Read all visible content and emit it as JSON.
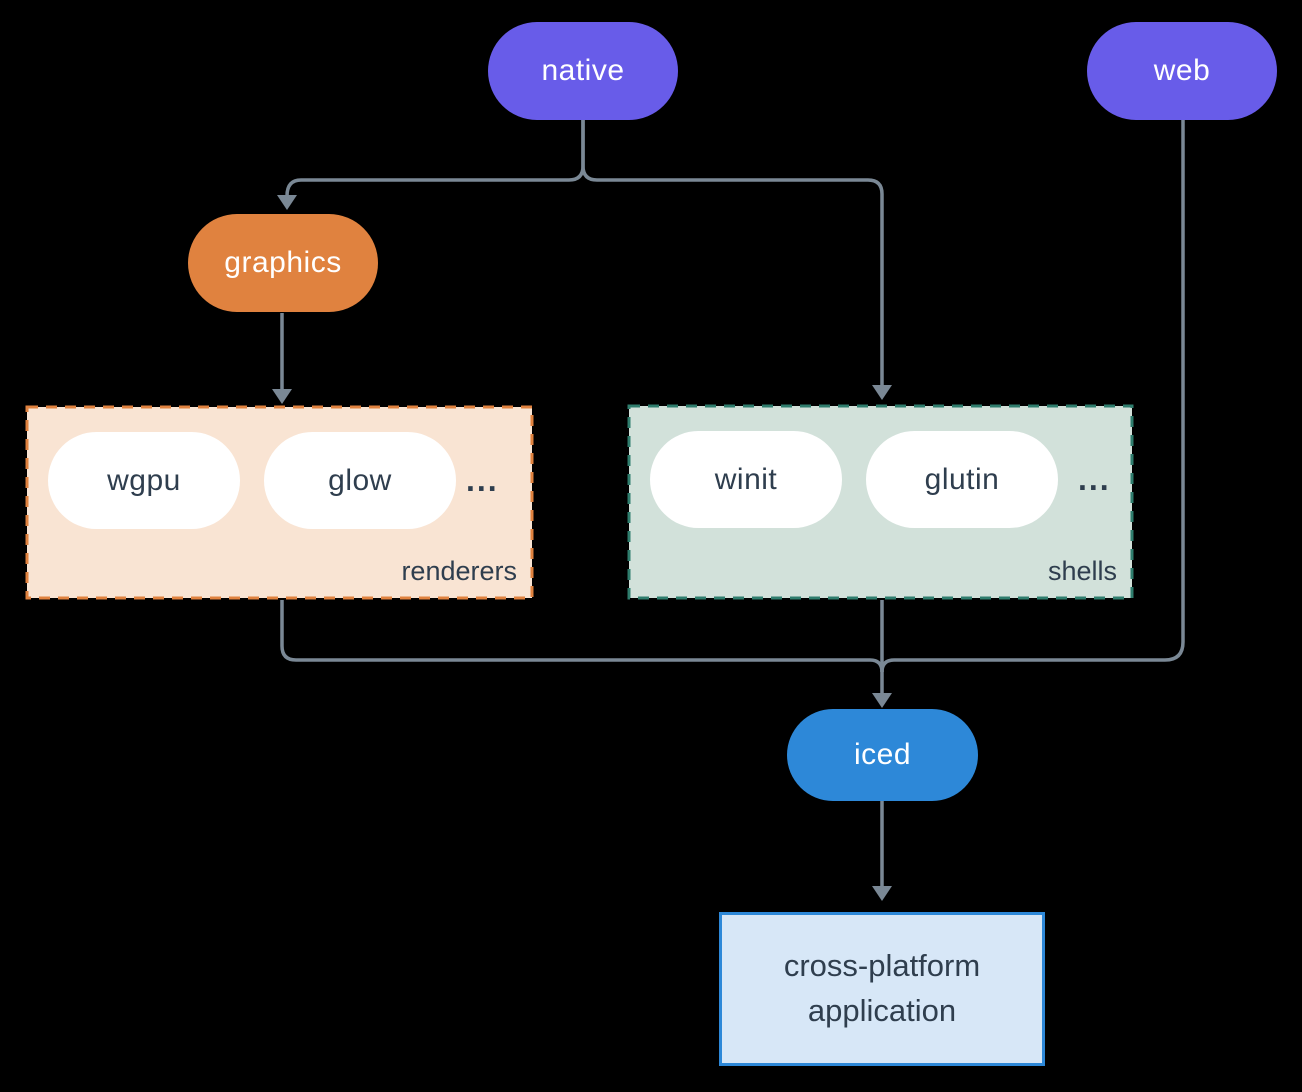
{
  "diagram": {
    "nodes": {
      "native": {
        "label": "native",
        "color": "#685ce9"
      },
      "web": {
        "label": "web",
        "color": "#685ce9"
      },
      "graphics": {
        "label": "graphics",
        "color": "#e0823f"
      },
      "iced": {
        "label": "iced",
        "color": "#2d88d8"
      },
      "application": {
        "label": "cross-platform application",
        "fill": "#d7e7f7",
        "border": "#2d88d8"
      }
    },
    "groups": {
      "renderers": {
        "label": "renderers",
        "items": [
          "wgpu",
          "glow"
        ],
        "ellipsis": "...",
        "fill": "#f9e4d3",
        "border": "#e0823f"
      },
      "shells": {
        "label": "shells",
        "items": [
          "winit",
          "glutin"
        ],
        "ellipsis": "...",
        "fill": "#d2e1da",
        "border": "#2f7d6d"
      }
    },
    "colors": {
      "background": "#000000",
      "connector": "#7a8895",
      "dark_text": "#2f3e4e",
      "item_pill_fill": "#ffffff"
    }
  }
}
